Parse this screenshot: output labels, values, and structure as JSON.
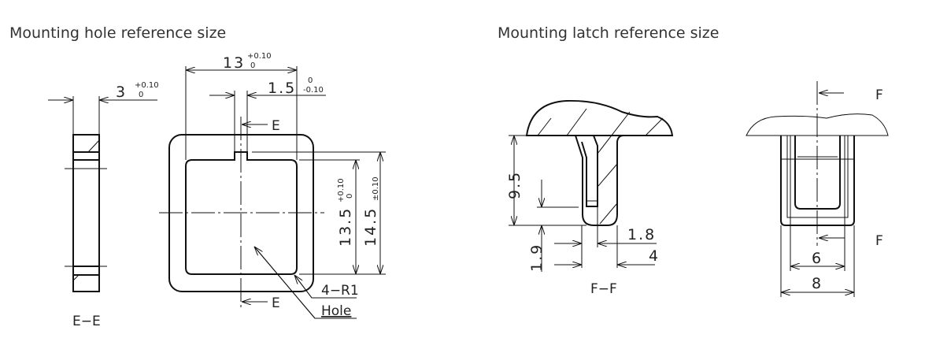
{
  "left_panel": {
    "title": "Mounting hole reference size",
    "dim_thickness": "3",
    "tol_thickness_upper": "+0.10",
    "tol_thickness_lower": "0",
    "dim_width": "13",
    "tol_width_upper": "+0.10",
    "tol_width_lower": "0",
    "dim_notch": "1.5",
    "tol_notch_upper": "0",
    "tol_notch_lower": "-0.10",
    "dim_inner_height": "13.5",
    "tol_inner_height_upper": "+0.10",
    "tol_inner_height_lower": "0",
    "dim_outer_height": "14.5",
    "tol_outer_height": "±0.10",
    "section_marker": "E",
    "section_label": "E−E",
    "radius_note": "4−R1",
    "hole_note": "Hole"
  },
  "right_panel": {
    "title": "Mounting latch reference size",
    "dim_height": "9.5",
    "dim_tip": "1.9",
    "dim_latch": "1.8",
    "dim_stem": "4",
    "section_label": "F−F",
    "section_marker": "F",
    "dim_inner_width": "6",
    "dim_outer_width": "8"
  }
}
